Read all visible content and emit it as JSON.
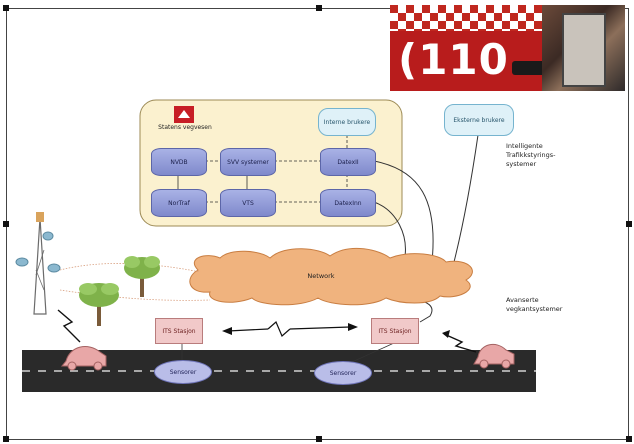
{
  "photo": {
    "label": "(110"
  },
  "svv": {
    "logo_text": "Statens vegvesen"
  },
  "nodes": {
    "nvdb": "NVDB",
    "svv_systemer": "SVV systemer",
    "datex": "DatexII",
    "nortraf": "NorTraf",
    "vts": "VTS",
    "datexinn": "DatexInn"
  },
  "external": {
    "interne": "Interne brukere",
    "eksterne": "Eksterne brukere"
  },
  "cloud": {
    "label": "Network"
  },
  "stations": {
    "left": "ITS Stasjon",
    "right": "ITS Stasjon"
  },
  "sensors": {
    "left": "Sensorer",
    "right": "Sensorer"
  },
  "notes": {
    "trafikk": [
      "Intelligente",
      "Trafikkstyrings-",
      "systemer"
    ],
    "vegkant": [
      "Avanserte",
      "vegkantsystemer"
    ]
  },
  "colors": {
    "panel": "#fbf1cf",
    "cylinder": "#8f98d6",
    "external": "#dff1f8",
    "cloud": "#f0b37e",
    "station": "#f1c9c9",
    "road": "#2a2a2a",
    "photo": "#b81c1c"
  }
}
